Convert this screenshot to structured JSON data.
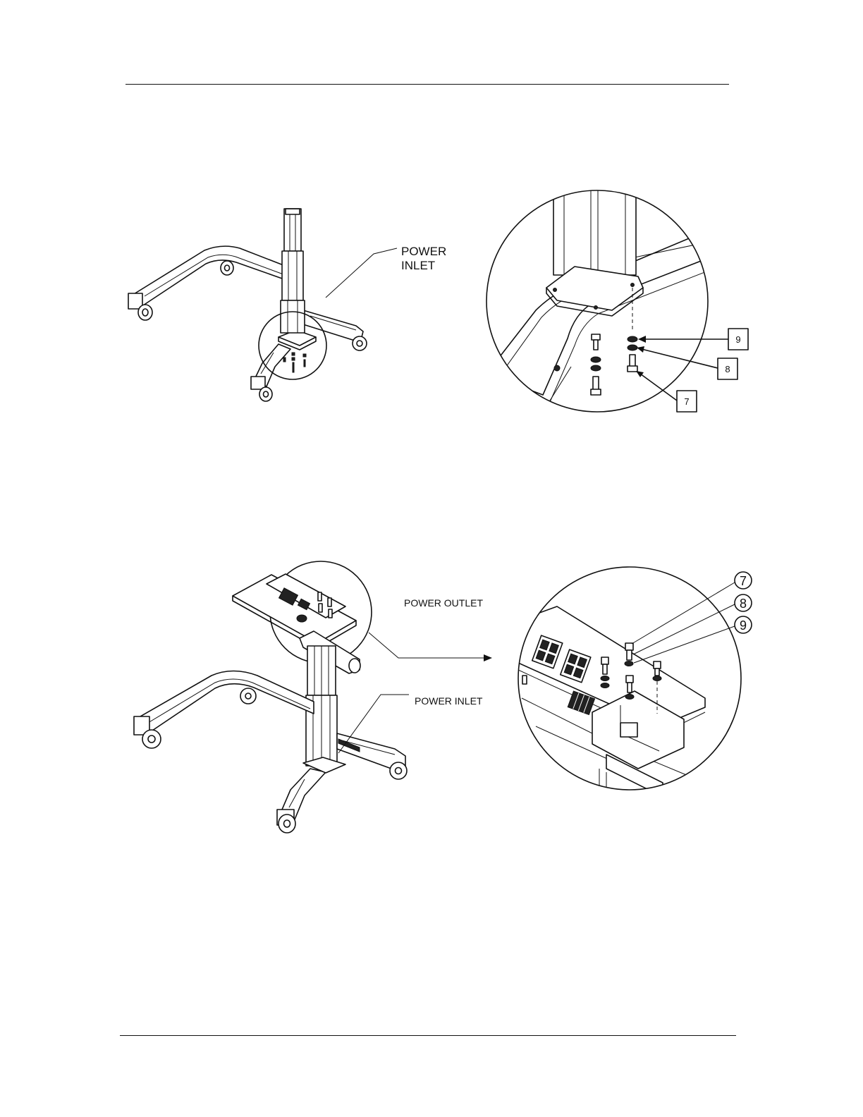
{
  "figure1": {
    "overview_label_line1": "POWER",
    "overview_label_line2": "INLET",
    "callouts": [
      "9",
      "8",
      "7"
    ]
  },
  "figure2": {
    "power_outlet_label": "POWER OUTLET",
    "power_inlet_label": "POWER INLET",
    "callouts": [
      "7",
      "8",
      "9"
    ]
  }
}
